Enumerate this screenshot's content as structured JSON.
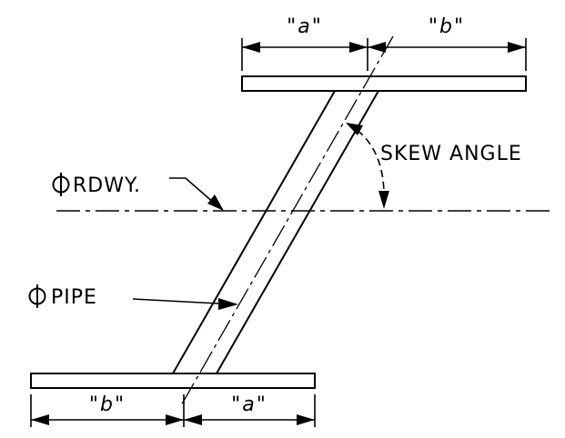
{
  "labels": {
    "skew_angle": "SKEW ANGLE",
    "centerline_roadway": "RDWY.",
    "centerline_pipe": "PIPE",
    "top_dim_a": "\"a\"",
    "top_dim_b": "\"b\"",
    "bottom_dim_b": "\"b\"",
    "bottom_dim_a": "\"a\""
  },
  "colors": {
    "line": "#000000",
    "background": "#ffffff"
  },
  "symbols": {
    "centerline": "centerline-symbol"
  }
}
